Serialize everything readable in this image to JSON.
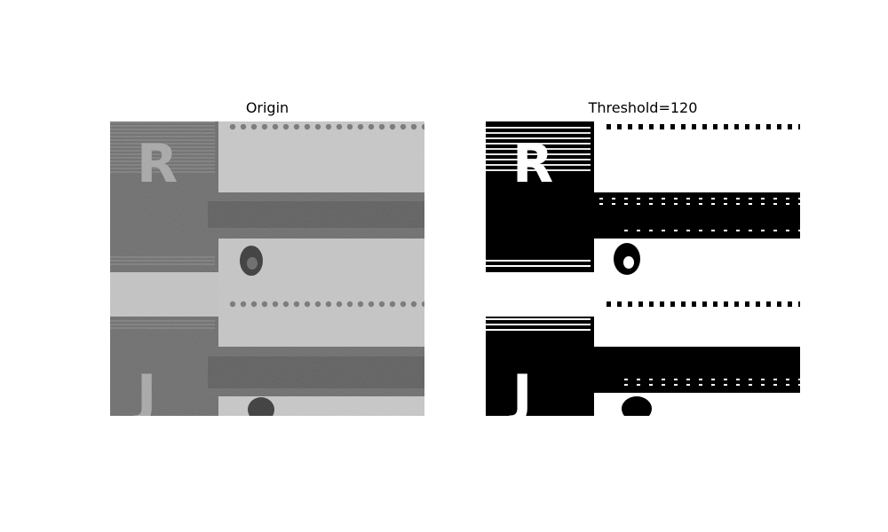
{
  "figure": {
    "panels": [
      {
        "title": "Origin",
        "kind": "grayscale"
      },
      {
        "title": "Threshold=120",
        "kind": "binary"
      }
    ]
  },
  "colors": {
    "background": "#ffffff",
    "gray_dark": "#707070",
    "gray_light": "#c6c6c6",
    "binary_black": "#000000",
    "binary_white": "#ffffff"
  }
}
